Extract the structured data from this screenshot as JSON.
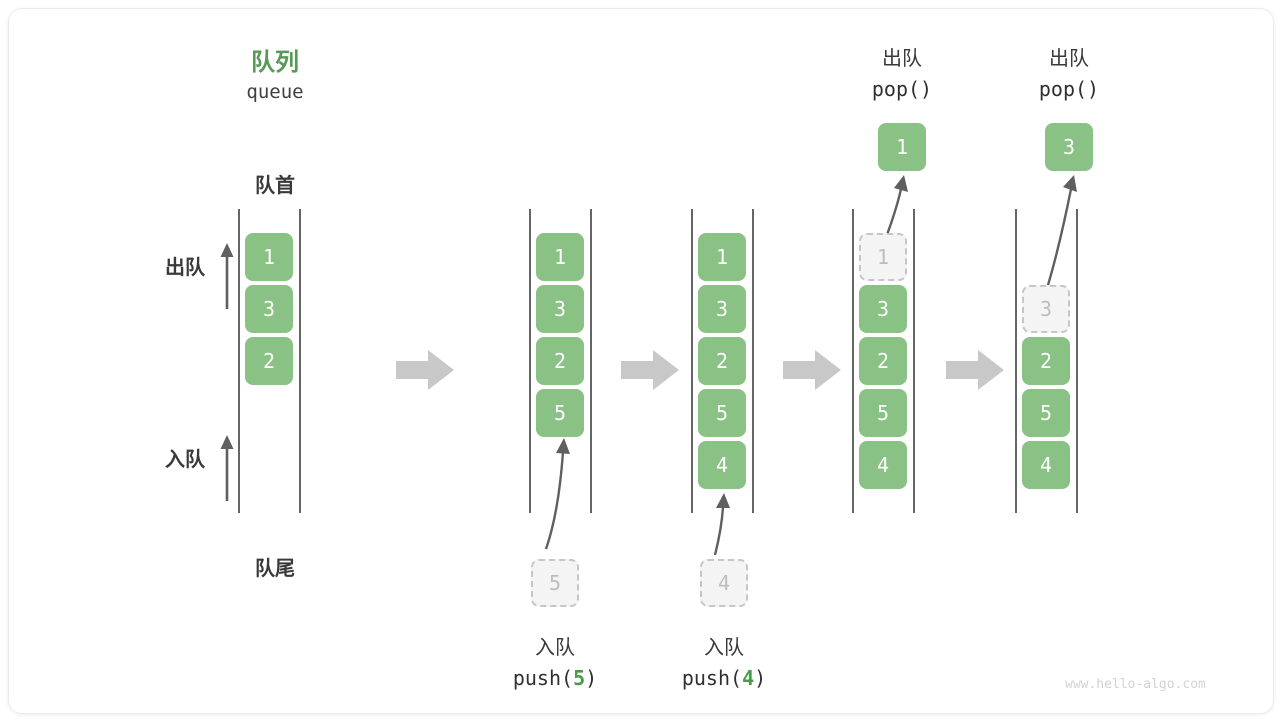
{
  "meta": {
    "title_cn": "队列",
    "title_en": "queue",
    "watermark": "www.hello-algo.com",
    "colors": {
      "accent_green": "#8ac185",
      "title_green": "#569a56",
      "ghost_fill": "#f4f4f4",
      "ghost_border": "#c6c6c6",
      "rail": "#4a4a4a",
      "separator": "#c8c8c8",
      "arrow": "#5f5f5f",
      "text": "#3a3a3a",
      "watermark": "#d2d2d2"
    }
  },
  "labels": {
    "front": "队首",
    "rear": "队尾",
    "dequeue": "出队",
    "enqueue": "入队"
  },
  "side_axis": {
    "dequeue_label": "出队",
    "enqueue_label": "入队",
    "dequeue_arrow": "up-arrow",
    "enqueue_arrow": "up-arrow"
  },
  "separators": [
    {
      "name": "separator-1",
      "icon": "right-arrow"
    },
    {
      "name": "separator-2",
      "icon": "right-arrow"
    },
    {
      "name": "separator-3",
      "icon": "right-arrow"
    },
    {
      "name": "separator-4",
      "icon": "right-arrow"
    }
  ],
  "stages": [
    {
      "id": "stage-initial",
      "top_op_cn": "",
      "top_op_code": "",
      "top_box": null,
      "cells": [
        {
          "value": "1",
          "state": "filled"
        },
        {
          "value": "3",
          "state": "filled"
        },
        {
          "value": "2",
          "state": "filled"
        },
        {
          "value": "",
          "state": "empty"
        },
        {
          "value": "",
          "state": "empty"
        }
      ],
      "bottom_ghost": null,
      "bottom_op_cn": "",
      "bottom_op_code_prefix": "",
      "bottom_op_arg": "",
      "bottom_op_code_suffix": ""
    },
    {
      "id": "stage-push-5",
      "top_op_cn": "",
      "top_op_code": "",
      "top_box": null,
      "cells": [
        {
          "value": "1",
          "state": "filled"
        },
        {
          "value": "3",
          "state": "filled"
        },
        {
          "value": "2",
          "state": "filled"
        },
        {
          "value": "5",
          "state": "filled"
        },
        {
          "value": "",
          "state": "empty"
        }
      ],
      "bottom_ghost": "5",
      "bottom_op_cn": "入队",
      "bottom_op_code_prefix": "push(",
      "bottom_op_arg": "5",
      "bottom_op_code_suffix": ")"
    },
    {
      "id": "stage-push-4",
      "top_op_cn": "",
      "top_op_code": "",
      "top_box": null,
      "cells": [
        {
          "value": "1",
          "state": "filled"
        },
        {
          "value": "3",
          "state": "filled"
        },
        {
          "value": "2",
          "state": "filled"
        },
        {
          "value": "5",
          "state": "filled"
        },
        {
          "value": "4",
          "state": "filled"
        }
      ],
      "bottom_ghost": "4",
      "bottom_op_cn": "入队",
      "bottom_op_code_prefix": "push(",
      "bottom_op_arg": "4",
      "bottom_op_code_suffix": ")"
    },
    {
      "id": "stage-pop-1",
      "top_op_cn": "出队",
      "top_op_code": "pop()",
      "top_box": "1",
      "cells": [
        {
          "value": "1",
          "state": "ghost"
        },
        {
          "value": "3",
          "state": "filled"
        },
        {
          "value": "2",
          "state": "filled"
        },
        {
          "value": "5",
          "state": "filled"
        },
        {
          "value": "4",
          "state": "filled"
        }
      ],
      "bottom_ghost": null,
      "bottom_op_cn": "",
      "bottom_op_code_prefix": "",
      "bottom_op_arg": "",
      "bottom_op_code_suffix": ""
    },
    {
      "id": "stage-pop-3",
      "top_op_cn": "出队",
      "top_op_code": "pop()",
      "top_box": "3",
      "cells": [
        {
          "value": "",
          "state": "empty"
        },
        {
          "value": "3",
          "state": "ghost"
        },
        {
          "value": "2",
          "state": "filled"
        },
        {
          "value": "5",
          "state": "filled"
        },
        {
          "value": "4",
          "state": "filled"
        }
      ],
      "bottom_ghost": null,
      "bottom_op_cn": "",
      "bottom_op_code_prefix": "",
      "bottom_op_arg": "",
      "bottom_op_code_suffix": ""
    }
  ]
}
